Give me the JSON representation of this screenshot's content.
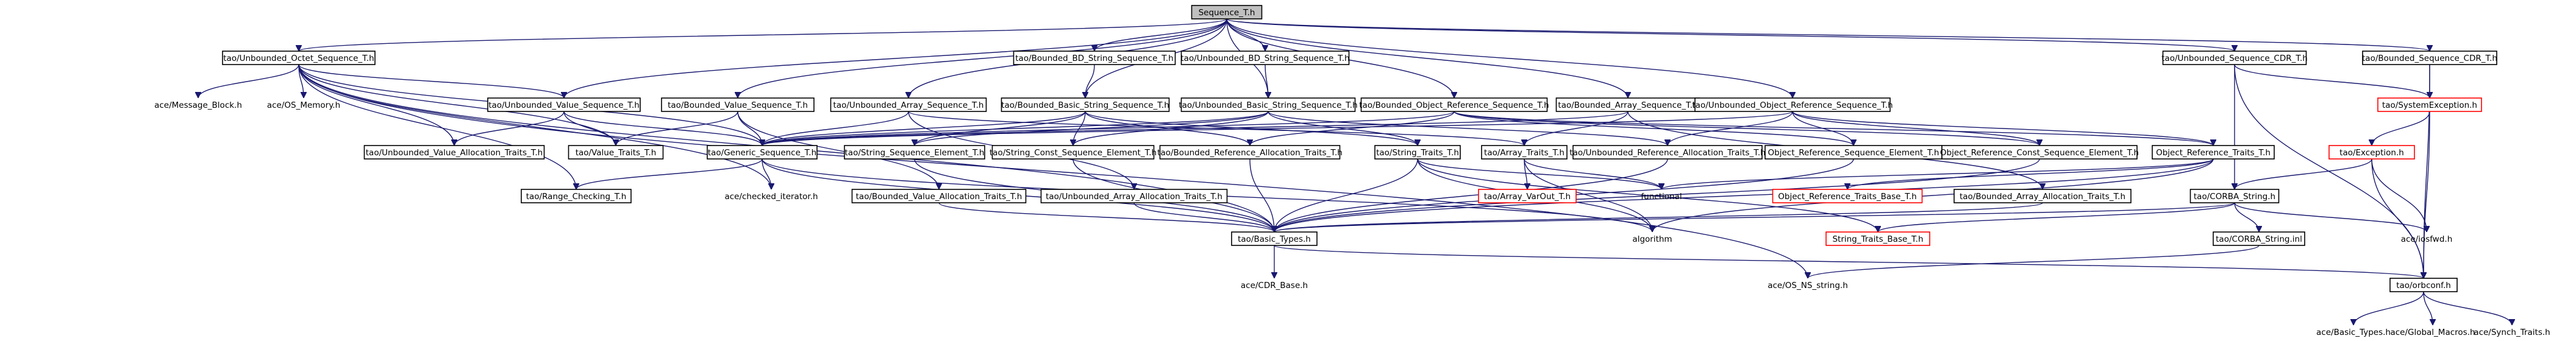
{
  "graph": {
    "root": "Sequence_T.h",
    "nodes": [
      {
        "id": "n0",
        "label": "Sequence_T.h",
        "kind": "root"
      },
      {
        "id": "n1",
        "label": "tao/Unbounded_Octet_Sequence_T.h",
        "kind": "normal"
      },
      {
        "id": "n2",
        "label": "tao/Bounded_BD_String_Sequence_T.h",
        "kind": "normal"
      },
      {
        "id": "n3",
        "label": "tao/Unbounded_BD_String_Sequence_T.h",
        "kind": "normal"
      },
      {
        "id": "n4",
        "label": "tao/Unbounded_Sequence_CDR_T.h",
        "kind": "normal"
      },
      {
        "id": "n5",
        "label": "tao/Bounded_Sequence_CDR_T.h",
        "kind": "normal"
      },
      {
        "id": "n6",
        "label": "ace/Message_Block.h",
        "kind": "plain"
      },
      {
        "id": "n7",
        "label": "ace/OS_Memory.h",
        "kind": "plain"
      },
      {
        "id": "n8",
        "label": "tao/Unbounded_Value_Sequence_T.h",
        "kind": "normal"
      },
      {
        "id": "n9",
        "label": "tao/Bounded_Value_Sequence_T.h",
        "kind": "normal"
      },
      {
        "id": "n10",
        "label": "tao/Unbounded_Array_Sequence_T.h",
        "kind": "normal"
      },
      {
        "id": "n11",
        "label": "tao/Bounded_Basic_String_Sequence_T.h",
        "kind": "normal"
      },
      {
        "id": "n12",
        "label": "tao/Unbounded_Basic_String_Sequence_T.h",
        "kind": "normal"
      },
      {
        "id": "n13",
        "label": "tao/Bounded_Object_Reference_Sequence_T.h",
        "kind": "normal"
      },
      {
        "id": "n14",
        "label": "tao/Bounded_Array_Sequence_T.h",
        "kind": "normal"
      },
      {
        "id": "n15",
        "label": "tao/Unbounded_Object_Reference_Sequence_T.h",
        "kind": "normal"
      },
      {
        "id": "n16",
        "label": "tao/SystemException.h",
        "kind": "missing"
      },
      {
        "id": "n17",
        "label": "tao/Unbounded_Value_Allocation_Traits_T.h",
        "kind": "normal"
      },
      {
        "id": "n18",
        "label": "tao/Value_Traits_T.h",
        "kind": "normal"
      },
      {
        "id": "n19",
        "label": "tao/Generic_Sequence_T.h",
        "kind": "normal"
      },
      {
        "id": "n20",
        "label": "tao/String_Sequence_Element_T.h",
        "kind": "normal"
      },
      {
        "id": "n21",
        "label": "tao/String_Const_Sequence_Element_T.h",
        "kind": "normal"
      },
      {
        "id": "n22",
        "label": "tao/Bounded_Reference_Allocation_Traits_T.h",
        "kind": "normal"
      },
      {
        "id": "n23",
        "label": "tao/String_Traits_T.h",
        "kind": "normal"
      },
      {
        "id": "n24",
        "label": "tao/Array_Traits_T.h",
        "kind": "normal"
      },
      {
        "id": "n25",
        "label": "tao/Unbounded_Reference_Allocation_Traits_T.h",
        "kind": "normal"
      },
      {
        "id": "n26",
        "label": "Object_Reference_Sequence_Element_T.h",
        "kind": "normal"
      },
      {
        "id": "n27",
        "label": "Object_Reference_Const_Sequence_Element_T.h",
        "kind": "normal"
      },
      {
        "id": "n28",
        "label": "Object_Reference_Traits_T.h",
        "kind": "normal"
      },
      {
        "id": "n29",
        "label": "tao/Exception.h",
        "kind": "missing"
      },
      {
        "id": "n30",
        "label": "tao/Range_Checking_T.h",
        "kind": "normal"
      },
      {
        "id": "n31",
        "label": "ace/checked_iterator.h",
        "kind": "plain"
      },
      {
        "id": "n32",
        "label": "tao/Bounded_Value_Allocation_Traits_T.h",
        "kind": "normal"
      },
      {
        "id": "n33",
        "label": "tao/Unbounded_Array_Allocation_Traits_T.h",
        "kind": "normal"
      },
      {
        "id": "n34",
        "label": "tao/Array_VarOut_T.h",
        "kind": "missing"
      },
      {
        "id": "n35",
        "label": "functional",
        "kind": "plain"
      },
      {
        "id": "n36",
        "label": "Object_Reference_Traits_Base_T.h",
        "kind": "missing"
      },
      {
        "id": "n37",
        "label": "tao/Bounded_Array_Allocation_Traits_T.h",
        "kind": "normal"
      },
      {
        "id": "n38",
        "label": "tao/CORBA_String.h",
        "kind": "normal"
      },
      {
        "id": "n39",
        "label": "tao/Basic_Types.h",
        "kind": "normal"
      },
      {
        "id": "n40",
        "label": "algorithm",
        "kind": "plain"
      },
      {
        "id": "n41",
        "label": "String_Traits_Base_T.h",
        "kind": "missing"
      },
      {
        "id": "n42",
        "label": "tao/CORBA_String.inl",
        "kind": "normal"
      },
      {
        "id": "n43",
        "label": "ace/iosfwd.h",
        "kind": "plain"
      },
      {
        "id": "n44",
        "label": "ace/CDR_Base.h",
        "kind": "plain"
      },
      {
        "id": "n45",
        "label": "ace/OS_NS_string.h",
        "kind": "plain"
      },
      {
        "id": "n46",
        "label": "tao/orbconf.h",
        "kind": "normal"
      },
      {
        "id": "n47",
        "label": "ace/Basic_Types.h",
        "kind": "plain"
      },
      {
        "id": "n48",
        "label": "ace/Global_Macros.h",
        "kind": "plain"
      },
      {
        "id": "n49",
        "label": "ace/Synch_Traits.h",
        "kind": "plain"
      }
    ],
    "edges": [
      [
        "n0",
        "n1"
      ],
      [
        "n0",
        "n2"
      ],
      [
        "n0",
        "n3"
      ],
      [
        "n0",
        "n4"
      ],
      [
        "n0",
        "n5"
      ],
      [
        "n0",
        "n8"
      ],
      [
        "n0",
        "n9"
      ],
      [
        "n0",
        "n10"
      ],
      [
        "n0",
        "n11"
      ],
      [
        "n0",
        "n12"
      ],
      [
        "n0",
        "n13"
      ],
      [
        "n0",
        "n14"
      ],
      [
        "n0",
        "n15"
      ],
      [
        "n1",
        "n6"
      ],
      [
        "n1",
        "n7"
      ],
      [
        "n1",
        "n8"
      ],
      [
        "n1",
        "n17"
      ],
      [
        "n1",
        "n18"
      ],
      [
        "n1",
        "n19"
      ],
      [
        "n1",
        "n30"
      ],
      [
        "n1",
        "n31"
      ],
      [
        "n1",
        "n39"
      ],
      [
        "n1",
        "n45"
      ],
      [
        "n2",
        "n11"
      ],
      [
        "n3",
        "n12"
      ],
      [
        "n4",
        "n16"
      ],
      [
        "n4",
        "n38"
      ],
      [
        "n4",
        "n46"
      ],
      [
        "n5",
        "n16"
      ],
      [
        "n5",
        "n46"
      ],
      [
        "n8",
        "n17"
      ],
      [
        "n8",
        "n18"
      ],
      [
        "n8",
        "n19"
      ],
      [
        "n9",
        "n18"
      ],
      [
        "n9",
        "n19"
      ],
      [
        "n9",
        "n32"
      ],
      [
        "n10",
        "n19"
      ],
      [
        "n10",
        "n24"
      ],
      [
        "n10",
        "n33"
      ],
      [
        "n11",
        "n19"
      ],
      [
        "n11",
        "n20"
      ],
      [
        "n11",
        "n21"
      ],
      [
        "n11",
        "n22"
      ],
      [
        "n11",
        "n23"
      ],
      [
        "n12",
        "n19"
      ],
      [
        "n12",
        "n20"
      ],
      [
        "n12",
        "n21"
      ],
      [
        "n12",
        "n23"
      ],
      [
        "n12",
        "n25"
      ],
      [
        "n13",
        "n19"
      ],
      [
        "n13",
        "n22"
      ],
      [
        "n13",
        "n26"
      ],
      [
        "n13",
        "n27"
      ],
      [
        "n13",
        "n28"
      ],
      [
        "n14",
        "n19"
      ],
      [
        "n14",
        "n24"
      ],
      [
        "n14",
        "n37"
      ],
      [
        "n15",
        "n19"
      ],
      [
        "n15",
        "n25"
      ],
      [
        "n15",
        "n26"
      ],
      [
        "n15",
        "n27"
      ],
      [
        "n15",
        "n28"
      ],
      [
        "n16",
        "n29"
      ],
      [
        "n16",
        "n46"
      ],
      [
        "n19",
        "n30"
      ],
      [
        "n19",
        "n31"
      ],
      [
        "n19",
        "n39"
      ],
      [
        "n19",
        "n40"
      ],
      [
        "n20",
        "n39"
      ],
      [
        "n21",
        "n39"
      ],
      [
        "n22",
        "n39"
      ],
      [
        "n23",
        "n35"
      ],
      [
        "n23",
        "n40"
      ],
      [
        "n23",
        "n41"
      ],
      [
        "n23",
        "n39"
      ],
      [
        "n24",
        "n34"
      ],
      [
        "n24",
        "n35"
      ],
      [
        "n24",
        "n40"
      ],
      [
        "n25",
        "n39"
      ],
      [
        "n26",
        "n39"
      ],
      [
        "n27",
        "n39"
      ],
      [
        "n28",
        "n35"
      ],
      [
        "n28",
        "n36"
      ],
      [
        "n28",
        "n40"
      ],
      [
        "n28",
        "n39"
      ],
      [
        "n29",
        "n38"
      ],
      [
        "n29",
        "n43"
      ],
      [
        "n29",
        "n46"
      ],
      [
        "n32",
        "n39"
      ],
      [
        "n33",
        "n39"
      ],
      [
        "n37",
        "n39"
      ],
      [
        "n38",
        "n39"
      ],
      [
        "n38",
        "n41"
      ],
      [
        "n38",
        "n42"
      ],
      [
        "n38",
        "n43"
      ],
      [
        "n39",
        "n44"
      ],
      [
        "n39",
        "n46"
      ],
      [
        "n42",
        "n45"
      ],
      [
        "n46",
        "n47"
      ],
      [
        "n46",
        "n48"
      ],
      [
        "n46",
        "n49"
      ]
    ]
  }
}
